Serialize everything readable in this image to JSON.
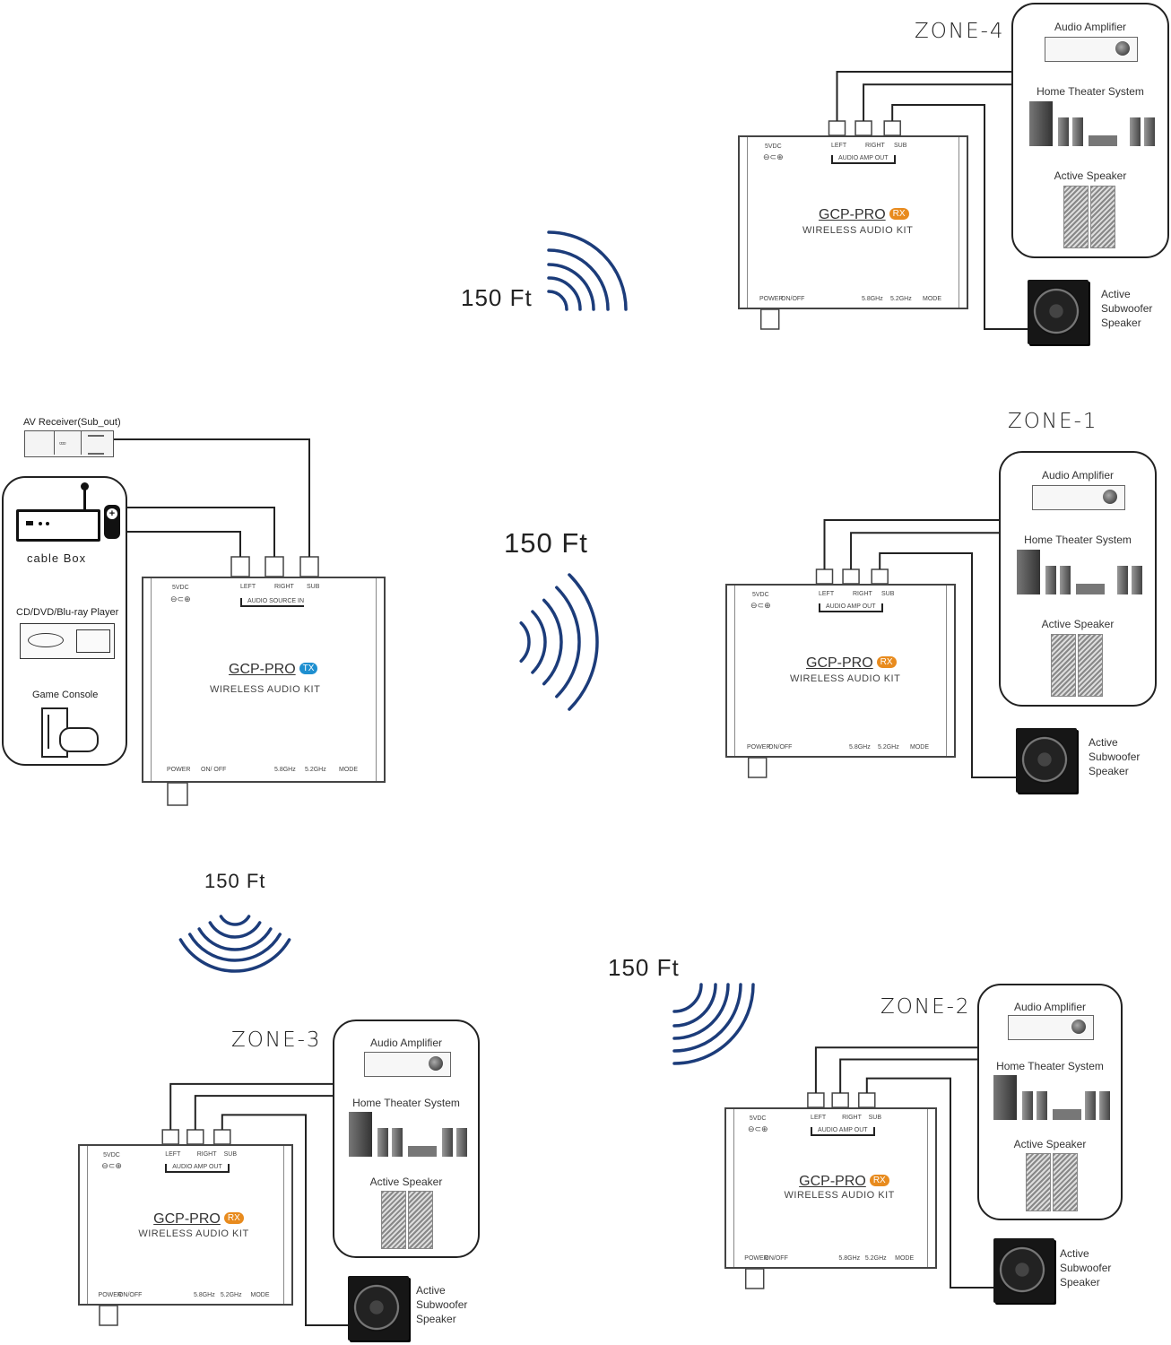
{
  "colors": {
    "tx_badge": "#1e8fd0",
    "rx_badge": "#e88b1e",
    "wave": "#1c3c7a",
    "line": "#222222"
  },
  "transmitter": {
    "model": "GCP-PRO",
    "badge": "TX",
    "subtitle": "WIRELESS AUDIO KIT",
    "power_in": "5VDC",
    "ports": [
      "LEFT",
      "RIGHT",
      "SUB"
    ],
    "port_group": "AUDIO SOURCE IN",
    "controls": [
      "POWER",
      "ON/ OFF",
      "5.8GHz",
      "5.2GHz",
      "MODE"
    ]
  },
  "sources": {
    "av_receiver": "AV Receiver(Sub_out)",
    "items": [
      "cable  Box",
      "CD/DVD/Blu-ray Player",
      "Game Console"
    ]
  },
  "wireless_range": [
    "150 Ft",
    "150 Ft",
    "150 Ft",
    "150 Ft"
  ],
  "zones": [
    {
      "name": "ZONE-4",
      "model": "GCP-PRO",
      "badge": "RX",
      "subtitle": "WIRELESS AUDIO KIT",
      "power_in": "5VDC",
      "ports": [
        "LEFT",
        "RIGHT",
        "SUB"
      ],
      "port_group": "AUDIO AMP OUT",
      "controls": [
        "POWER",
        "ON/OFF",
        "5.8GHz",
        "5.2GHz",
        "MODE"
      ],
      "outputs": [
        "Audio Amplifier",
        "Home Theater System",
        "Active Speaker"
      ],
      "subwoofer": [
        "Active",
        "Subwoofer",
        "Speaker"
      ]
    },
    {
      "name": "ZONE-1",
      "model": "GCP-PRO",
      "badge": "RX",
      "subtitle": "WIRELESS AUDIO KIT",
      "power_in": "5VDC",
      "ports": [
        "LEFT",
        "RIGHT",
        "SUB"
      ],
      "port_group": "AUDIO AMP OUT",
      "controls": [
        "POWER",
        "ON/OFF",
        "5.8GHz",
        "5.2GHz",
        "MODE"
      ],
      "outputs": [
        "Audio Amplifier",
        "Home Theater System",
        "Active Speaker"
      ],
      "subwoofer": [
        "Active",
        "Subwoofer",
        "Speaker"
      ]
    },
    {
      "name": "ZONE-3",
      "model": "GCP-PRO",
      "badge": "RX",
      "subtitle": "WIRELESS AUDIO KIT",
      "power_in": "5VDC",
      "ports": [
        "LEFT",
        "RIGHT",
        "SUB"
      ],
      "port_group": "AUDIO AMP OUT",
      "controls": [
        "POWER",
        "ON/OFF",
        "5.8GHz",
        "5.2GHz",
        "MODE"
      ],
      "outputs": [
        "Audio Amplifier",
        "Home Theater System",
        "Active Speaker"
      ],
      "subwoofer": [
        "Active",
        "Subwoofer",
        "Speaker"
      ]
    },
    {
      "name": "ZONE-2",
      "model": "GCP-PRO",
      "badge": "RX",
      "subtitle": "WIRELESS AUDIO KIT",
      "power_in": "5VDC",
      "ports": [
        "LEFT",
        "RIGHT",
        "SUB"
      ],
      "port_group": "AUDIO AMP OUT",
      "controls": [
        "POWER",
        "ON/OFF",
        "5.8GHz",
        "5.2GHz",
        "MODE"
      ],
      "outputs": [
        "Audio Amplifier",
        "Home Theater System",
        "Active Speaker"
      ],
      "subwoofer": [
        "Active",
        "Subwoofer",
        "Speaker"
      ]
    }
  ]
}
